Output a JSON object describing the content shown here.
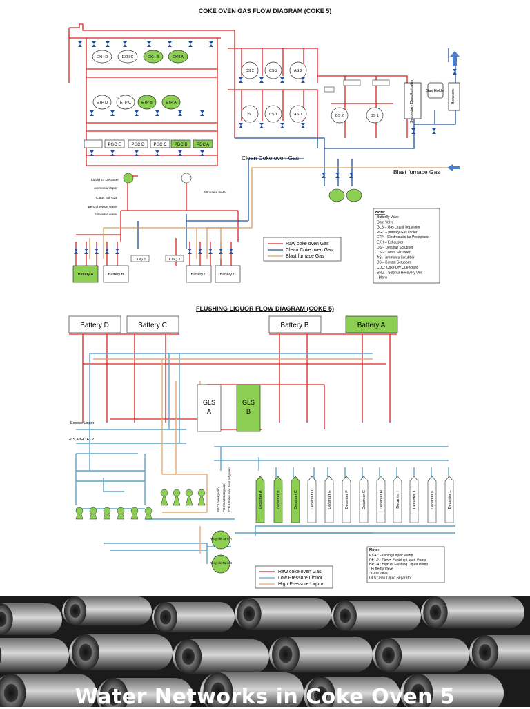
{
  "diagrams": {
    "gas": {
      "title": "COKE OVEN GAS FLOW DIAGRAM (COKE 5)",
      "exhausters": [
        "EXH D",
        "EXH C",
        "EXH B",
        "EXH A"
      ],
      "etp": [
        "ETP D",
        "ETP C",
        "ETP B",
        "ETP A"
      ],
      "pgc": [
        "PGC E",
        "PGC D",
        "PGC C",
        "PGC B",
        "PGC A"
      ],
      "ds": [
        "DS 2",
        "DS 1"
      ],
      "cs": [
        "CS 2",
        "CS 1"
      ],
      "as": [
        "AS 2",
        "AS 1"
      ],
      "bs": [
        "BS 2",
        "BS 1"
      ],
      "secondary_desulf": "Secondary Desulfurization",
      "gas_holder": "Gas Holder",
      "boosters": "Boosters",
      "clean_gas_label": "Clean Coke oven Gas",
      "blast_furnace_label": "Blast furnace Gas",
      "side_labels": [
        "Liquid To Decanter",
        "Ammonia Vapor",
        "Claus Tail Gas",
        "Benzol Waste water",
        "AS waste water"
      ],
      "side_label_right": "AS waste water",
      "cdq": [
        "CDQ 1",
        "CDQ 2"
      ],
      "batteries": [
        "Battery A",
        "Battery B",
        "Battery C",
        "Battery D"
      ],
      "legend": [
        "Raw coke oven Gas",
        "Clean Coke oven Gas",
        "Blast furnace Gas"
      ],
      "note_title": "Note:",
      "note_lines": [
        "Butterfly Valve",
        "Gate Valve",
        "GLS – Gas Liquid Separator",
        "PGC – primary Gas cooler",
        "ETP – Electrostatic tar Precipitator",
        "EXH – Exhauster",
        "DS – Desulfur Scrubber",
        "CS – Combi Scrubber",
        "AS – Ammonia Scrubber",
        "BS – Benzol Scrubber",
        "CDQ: Coke Dry Quenching",
        "SRU – Sulphur Recovery Unit",
        ": Blank"
      ]
    },
    "liquor": {
      "title": "FLUSHING LIQUOR FLOW DIAGRAM (COKE 5)",
      "batteries": [
        "Battery D",
        "Battery C",
        "Battery B",
        "Battery A"
      ],
      "gls": [
        "GLS A",
        "GLS B"
      ],
      "decanters": [
        "Decanter A",
        "Decanter B",
        "Decanter C",
        "Decanter D",
        "Decanter E",
        "Decanter F",
        "Decanter G",
        "Decanter H",
        "Decanter I",
        "Decanter J",
        "Decanter K",
        "Decanter L"
      ],
      "excess_liquor": "Excess Liquor",
      "gls_pgc_etp": "GLS, PGC,ETP",
      "pump_labels": [
        "PGC Lower pump",
        "PGC Common pump",
        "ETP & Exhauster Seal pot pump"
      ],
      "tanks": [
        "Recy cle Tank A",
        "Recy cle Tank B"
      ],
      "legend": [
        "Raw coke oven Gas",
        "Low Pressure Liquor",
        "High Pressure Liquor"
      ],
      "note_title": "Note:",
      "note_lines": [
        "P1-4  : Flushing Liquor Pump",
        "DP1-2 : Diesel Flushing Liquor Pump",
        "HP1-4 : High Pr Flushing Liquor Pump",
        ": Butterfly Valve",
        ": Gate valve",
        "GLS : Gas Liquid Separator"
      ]
    }
  },
  "footer": {
    "title": "Water Networks in Coke Oven 5"
  },
  "colors": {
    "raw_gas": "#e02020",
    "clean_gas": "#1e4fa0",
    "bf_gas": "#d8a060",
    "low_pr": "#5aa6c8",
    "high_pr": "#e8a870",
    "green": "#8ccf52"
  }
}
